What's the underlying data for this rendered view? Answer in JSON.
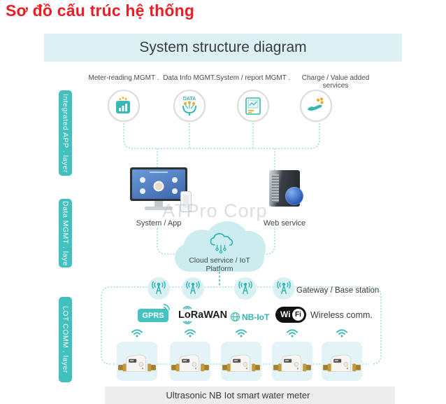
{
  "page_title": "Sơ đồ cấu trúc hệ thống",
  "banner": {
    "title": "System structure diagram"
  },
  "layers": [
    {
      "label": "Integrated APP . layer"
    },
    {
      "label": "Data MGMT . laye"
    },
    {
      "label": "LOT COMM . layer"
    }
  ],
  "services": [
    {
      "label": "Meter-reading MGMT .",
      "icon": "bar-chart-icon"
    },
    {
      "label": "Data Info MGMT.",
      "icon": "data-funnel-icon"
    },
    {
      "label": "System / report MGMT .",
      "icon": "report-icon"
    },
    {
      "label": "Charge / Value added services",
      "icon": "hand-coins-icon"
    }
  ],
  "icons": {
    "data_label": "DATA"
  },
  "middleware": {
    "system_app": "System / App",
    "web_service": "Web service",
    "watermark": "ATPro Corp"
  },
  "cloud": {
    "label": "Cloud service / IoT Platform"
  },
  "gateway": {
    "label": "Gateway / Base station"
  },
  "wireless": {
    "gprs": "GPRS",
    "lorawan": "LoRaWAN",
    "nbiot": "NB-IoT",
    "wifi_wi": "Wi",
    "wifi_fi": "Fi",
    "caption": "Wireless comm."
  },
  "meters": {
    "count": 5,
    "caption": "Ultrasonic NB Iot smart water meter"
  },
  "colors": {
    "teal": "#35b8b6",
    "title_red": "#ee1c23",
    "orange": "#f5a623",
    "cloud_bg": "#cdecef",
    "banner_bg": "#ddf0f4",
    "tile_bg": "#e3f3f8",
    "footer_bg": "#ededee"
  }
}
